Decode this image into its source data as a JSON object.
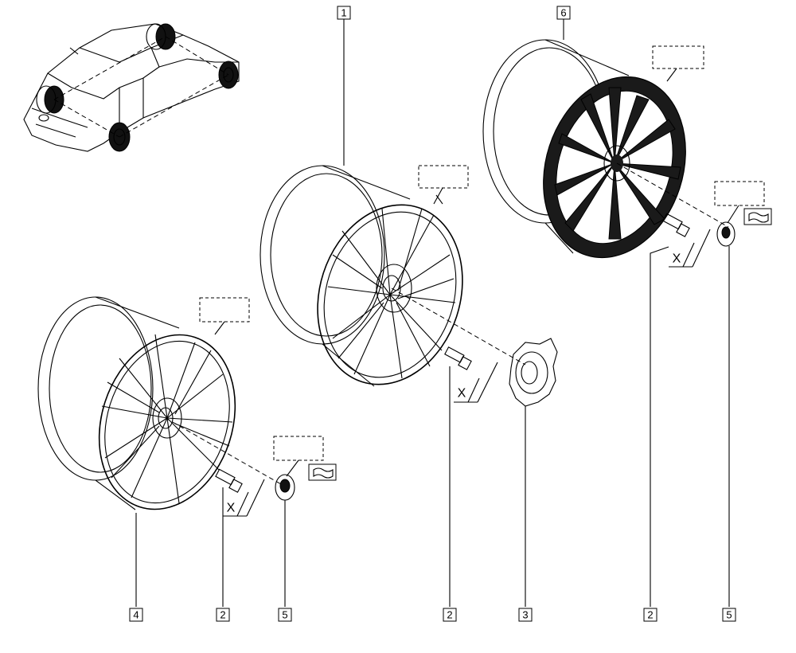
{
  "diagram": {
    "callouts": {
      "rim_alloy_a": "1",
      "screw_a": "2",
      "screw_b": "2",
      "screw_c": "2",
      "hub_cap": "3",
      "rim_alloy_b": "4",
      "centre_cap_a": "5",
      "centre_cap_b": "5",
      "rim_alloy_c": "6"
    },
    "dimension_label": "X"
  }
}
